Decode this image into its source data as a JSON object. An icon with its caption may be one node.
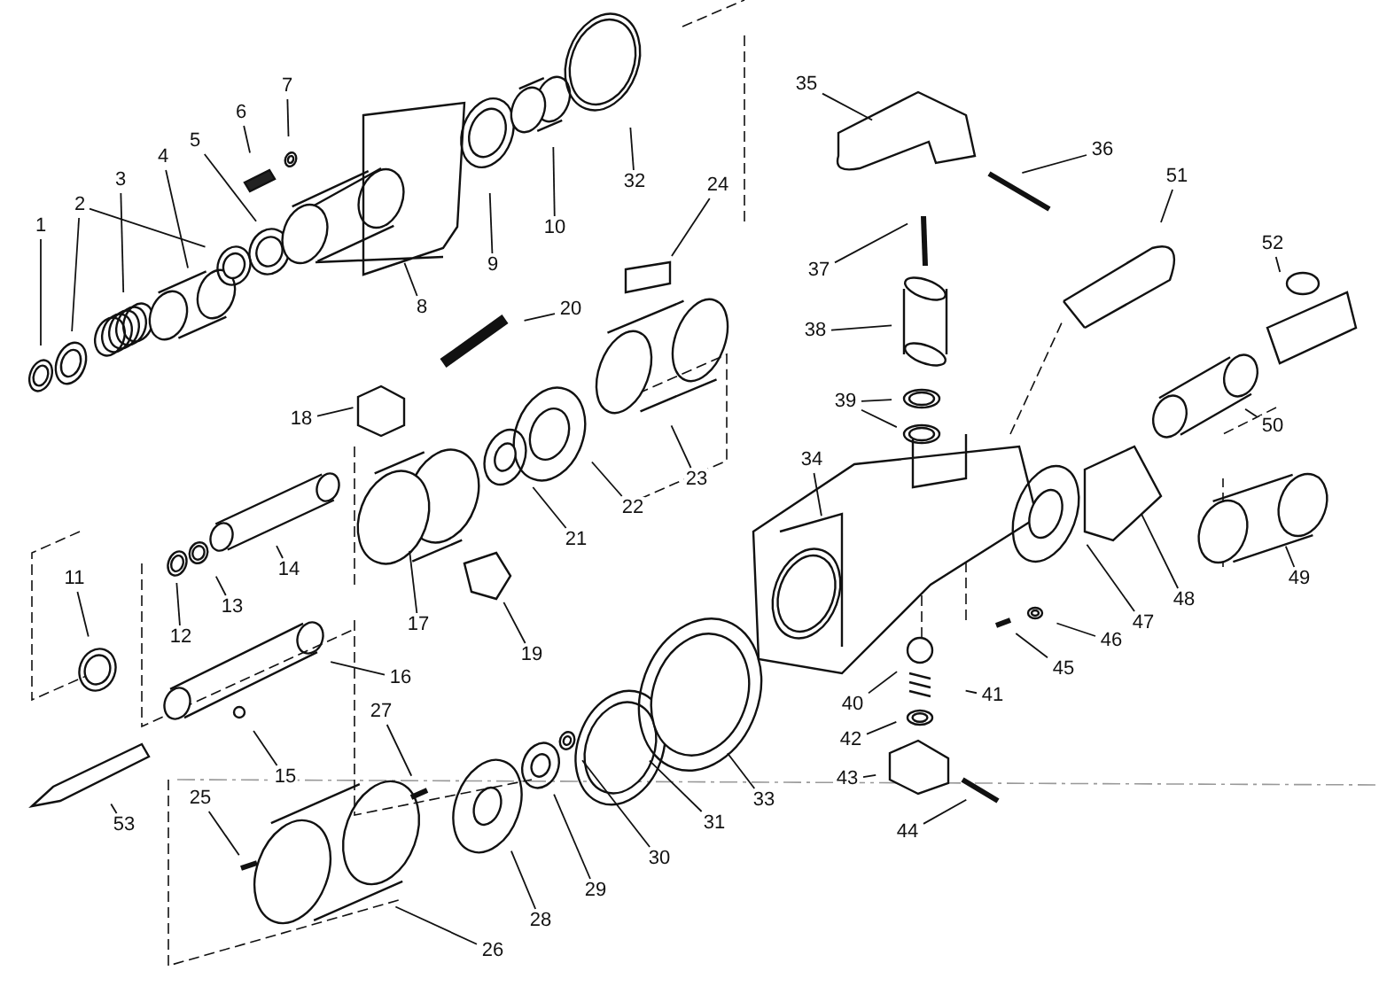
{
  "diagram": {
    "nodes": [
      {
        "text": [
          "1"
        ]
      },
      {
        "text": [
          "2"
        ]
      },
      {
        "text": [
          "3"
        ]
      },
      {
        "text": [
          "4"
        ]
      },
      {
        "text": [
          "5"
        ]
      },
      {
        "text": [
          "6"
        ]
      },
      {
        "text": [
          "7"
        ]
      },
      {
        "text": [
          "8"
        ]
      },
      {
        "text": [
          "9"
        ]
      },
      {
        "text": [
          "10"
        ]
      },
      {
        "text": [
          "11"
        ]
      },
      {
        "text": [
          "12"
        ]
      },
      {
        "text": [
          "13"
        ]
      },
      {
        "text": [
          "14"
        ]
      },
      {
        "text": [
          "15"
        ]
      },
      {
        "text": [
          "16"
        ]
      },
      {
        "text": [
          "17"
        ]
      },
      {
        "text": [
          "18"
        ]
      },
      {
        "text": [
          "19"
        ]
      },
      {
        "text": [
          "20"
        ]
      },
      {
        "text": [
          "21"
        ]
      },
      {
        "text": [
          "22"
        ]
      },
      {
        "text": [
          "23"
        ]
      },
      {
        "text": [
          "24"
        ]
      },
      {
        "text": [
          "25"
        ]
      },
      {
        "text": [
          "26"
        ]
      },
      {
        "text": [
          "27"
        ]
      },
      {
        "text": [
          "28"
        ]
      },
      {
        "text": [
          "29"
        ]
      },
      {
        "text": [
          "30"
        ]
      },
      {
        "text": [
          "31"
        ]
      },
      {
        "text": [
          "32"
        ]
      },
      {
        "text": [
          "33"
        ]
      },
      {
        "text": [
          "34"
        ]
      },
      {
        "text": [
          "35"
        ]
      },
      {
        "text": [
          "36"
        ]
      },
      {
        "text": [
          "37"
        ]
      },
      {
        "text": [
          "38"
        ]
      },
      {
        "text": [
          "39"
        ]
      },
      {
        "text": [
          "40"
        ]
      },
      {
        "text": [
          "41"
        ]
      },
      {
        "text": [
          "42"
        ]
      },
      {
        "text": [
          "43"
        ]
      },
      {
        "text": [
          "44"
        ]
      },
      {
        "text": [
          "45"
        ]
      },
      {
        "text": [
          "46"
        ]
      },
      {
        "text": [
          "47"
        ]
      },
      {
        "text": [
          "48"
        ]
      },
      {
        "text": [
          "49"
        ]
      },
      {
        "text": [
          "50"
        ]
      },
      {
        "text": [
          "51"
        ]
      },
      {
        "text": [
          "52"
        ]
      },
      {
        "text": [
          "53"
        ]
      }
    ],
    "edges": [
      {
        "from": 0,
        "to": null,
        "arrow": "none"
      },
      {
        "from": 1,
        "to": null,
        "arrow": "none"
      },
      {
        "from": 1,
        "to": null,
        "arrow": "none"
      },
      {
        "from": 2,
        "to": null,
        "arrow": "none"
      },
      {
        "from": 3,
        "to": null,
        "arrow": "none"
      },
      {
        "from": 4,
        "to": null,
        "arrow": "none"
      },
      {
        "from": 5,
        "to": null,
        "arrow": "none"
      },
      {
        "from": 6,
        "to": null,
        "arrow": "none"
      },
      {
        "from": 7,
        "to": null,
        "arrow": "none"
      },
      {
        "from": 8,
        "to": null,
        "arrow": "none"
      },
      {
        "from": 9,
        "to": null,
        "arrow": "none"
      },
      {
        "from": 10,
        "to": null,
        "arrow": "none"
      },
      {
        "from": 11,
        "to": null,
        "arrow": "none"
      },
      {
        "from": 12,
        "to": null,
        "arrow": "none"
      },
      {
        "from": 13,
        "to": null,
        "arrow": "none"
      },
      {
        "from": 14,
        "to": null,
        "arrow": "none"
      },
      {
        "from": 15,
        "to": null,
        "arrow": "none"
      },
      {
        "from": 16,
        "to": null,
        "arrow": "none"
      },
      {
        "from": 17,
        "to": null,
        "arrow": "none"
      },
      {
        "from": 18,
        "to": null,
        "arrow": "none"
      },
      {
        "from": 19,
        "to": null,
        "arrow": "none"
      },
      {
        "from": 20,
        "to": null,
        "arrow": "none"
      },
      {
        "from": 21,
        "to": null,
        "arrow": "none"
      },
      {
        "from": 22,
        "to": null,
        "arrow": "none"
      },
      {
        "from": 23,
        "to": null,
        "arrow": "none"
      },
      {
        "from": 24,
        "to": null,
        "arrow": "none"
      },
      {
        "from": 25,
        "to": null,
        "arrow": "none"
      },
      {
        "from": 26,
        "to": null,
        "arrow": "none"
      },
      {
        "from": 27,
        "to": null,
        "arrow": "none"
      },
      {
        "from": 28,
        "to": null,
        "arrow": "none"
      },
      {
        "from": 29,
        "to": null,
        "arrow": "none"
      },
      {
        "from": 30,
        "to": null,
        "arrow": "none"
      },
      {
        "from": 31,
        "to": null,
        "arrow": "none"
      },
      {
        "from": 32,
        "to": null,
        "arrow": "none"
      },
      {
        "from": 33,
        "to": null,
        "arrow": "none"
      },
      {
        "from": 34,
        "to": null,
        "arrow": "none"
      },
      {
        "from": 35,
        "to": null,
        "arrow": "none"
      },
      {
        "from": 36,
        "to": null,
        "arrow": "none"
      },
      {
        "from": 37,
        "to": null,
        "arrow": "none"
      },
      {
        "from": 38,
        "to": null,
        "arrow": "none"
      },
      {
        "from": 38,
        "to": null,
        "arrow": "none"
      },
      {
        "from": 39,
        "to": null,
        "arrow": "none"
      },
      {
        "from": 40,
        "to": null,
        "arrow": "none"
      },
      {
        "from": 41,
        "to": null,
        "arrow": "none"
      },
      {
        "from": 42,
        "to": null,
        "arrow": "none"
      },
      {
        "from": 43,
        "to": null,
        "arrow": "none"
      },
      {
        "from": 44,
        "to": null,
        "arrow": "none"
      },
      {
        "from": 45,
        "to": null,
        "arrow": "none"
      },
      {
        "from": 46,
        "to": null,
        "arrow": "none"
      },
      {
        "from": 47,
        "to": null,
        "arrow": "none"
      },
      {
        "from": 48,
        "to": null,
        "arrow": "none"
      },
      {
        "from": 49,
        "to": null,
        "arrow": "none"
      },
      {
        "from": 50,
        "to": null,
        "arrow": "none"
      },
      {
        "from": 51,
        "to": null,
        "arrow": "none"
      },
      {
        "from": 52,
        "to": null,
        "arrow": "none"
      }
    ]
  }
}
